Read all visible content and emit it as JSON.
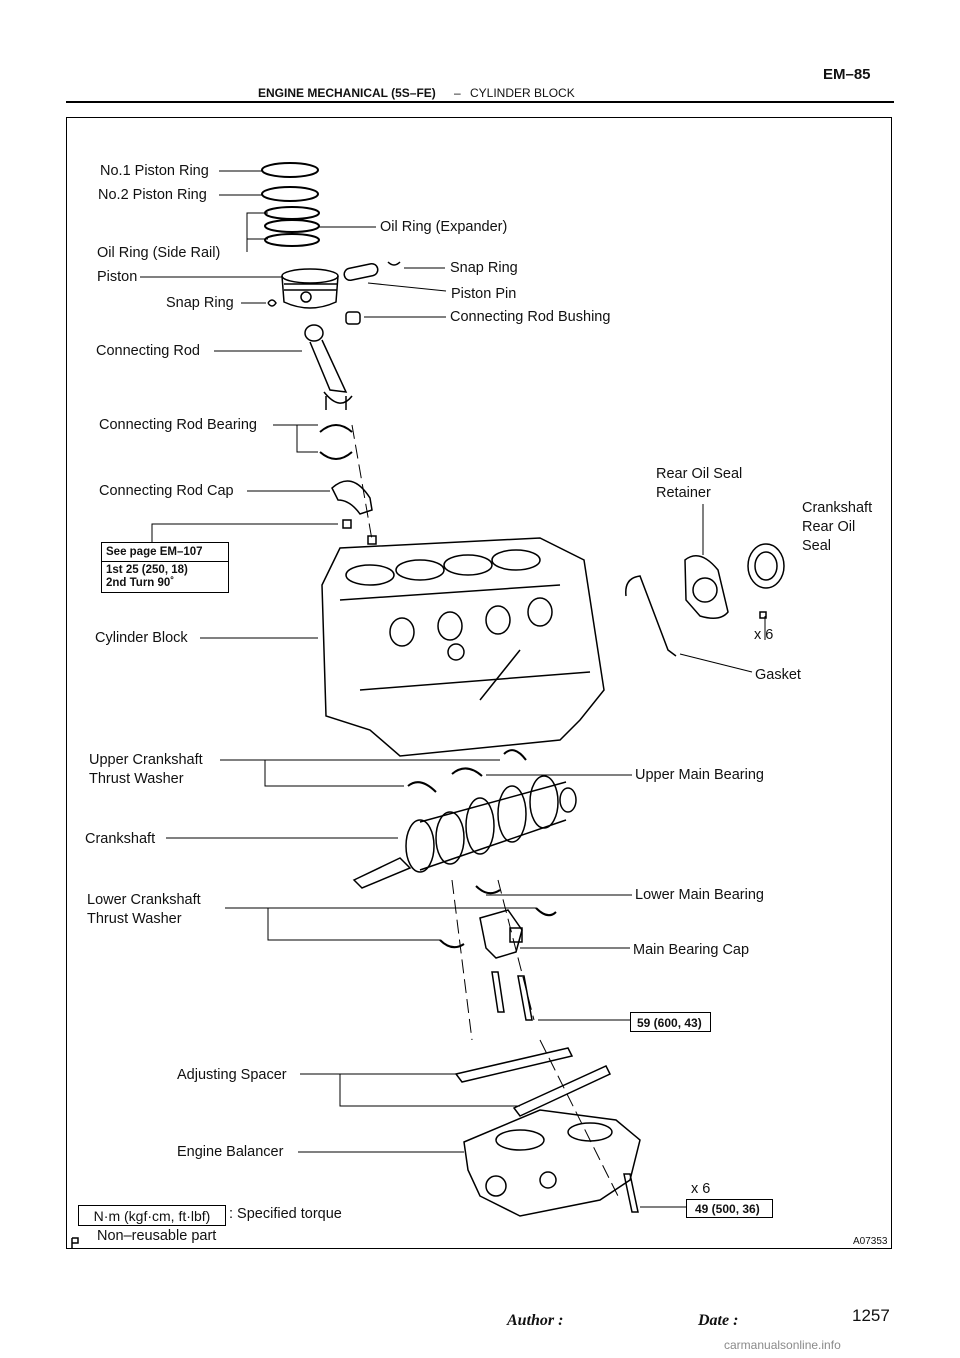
{
  "header": {
    "title": "ENGINE MECHANICAL (5S–FE)",
    "separator": "–",
    "section": "CYLINDER BLOCK",
    "page": "EM–85"
  },
  "labels": {
    "no1_piston_ring": "No.1 Piston Ring",
    "no2_piston_ring": "No.2 Piston Ring",
    "oil_ring_expander": "Oil Ring (Expander)",
    "oil_ring_side_rail": "Oil Ring (Side Rail)",
    "piston": "Piston",
    "snap_ring_right": "Snap Ring",
    "piston_pin": "Piston Pin",
    "snap_ring_left": "Snap Ring",
    "connecting_rod_bushing": "Connecting Rod Bushing",
    "connecting_rod": "Connecting Rod",
    "connecting_rod_bearing": "Connecting Rod Bearing",
    "connecting_rod_cap": "Connecting Rod Cap",
    "rear_oil_seal_retainer_1": "Rear Oil Seal",
    "rear_oil_seal_retainer_2": "Retainer",
    "crankshaft_rear_oil_seal_1": "Crankshaft",
    "crankshaft_rear_oil_seal_2": "Rear Oil",
    "crankshaft_rear_oil_seal_3": "Seal",
    "x6_top": "x 6",
    "gasket": "Gasket",
    "cylinder_block": "Cylinder Block",
    "upper_thrust_washer_1": "Upper Crankshaft",
    "upper_thrust_washer_2": "Thrust Washer",
    "upper_main_bearing": "Upper Main Bearing",
    "crankshaft": "Crankshaft",
    "lower_thrust_washer_1": "Lower Crankshaft",
    "lower_thrust_washer_2": "Thrust Washer",
    "lower_main_bearing": "Lower Main Bearing",
    "main_bearing_cap": "Main Bearing Cap",
    "adjusting_spacer": "Adjusting Spacer",
    "engine_balancer": "Engine Balancer",
    "x6_bottom": "x 6"
  },
  "torque_boxes": {
    "rod_cap_ref": "See page EM–107",
    "rod_cap_line1": "1st 25 (250, 18)",
    "rod_cap_line2": "2nd Turn 90˚",
    "main_cap": "59 (600, 43)",
    "balancer": "49 (500, 36)"
  },
  "legend": {
    "unit_box": "N·m (kgf·cm, ft·lbf)",
    "unit_desc": ": Specified torque",
    "nonreusable": "Non–reusable part",
    "figure_code": "A07353"
  },
  "footer": {
    "author": "Author :",
    "date": "Date :",
    "page_number": "1257",
    "watermark": "carmanualsonline.info"
  }
}
